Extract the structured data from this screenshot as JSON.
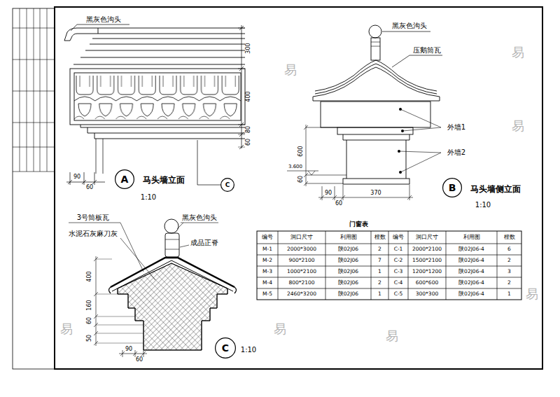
{
  "diagram": {
    "nodes": [
      {
        "text": [
          "A"
        ]
      },
      {
        "text": [
          "C"
        ]
      },
      {
        "text": [
          "B"
        ]
      },
      {
        "text": [
          "C"
        ]
      }
    ],
    "labels": [
      "黑灰色沟头",
      "300",
      "400",
      "80",
      "60",
      "90",
      "60",
      "马头墙立面",
      "1:10",
      "黑灰色沟头",
      "压鹅筒瓦",
      "外墙1",
      "外墙2",
      "600",
      "60",
      "3.600",
      "90",
      "60",
      "370",
      "马头墙侧立面",
      "1:10",
      "3号筒板瓦",
      "水泥石灰麻刀灰",
      "黑灰色沟头",
      "成品正脊",
      "400",
      "160",
      "60",
      "50",
      "90",
      "60",
      "1:10",
      "门窗表",
      "编号",
      "洞口尺寸",
      "利用图",
      "樘数",
      "编号",
      "洞口尺寸",
      "利用图",
      "樘数",
      "M-1",
      "2000*3000",
      "陕02J06",
      "2",
      "C-1",
      "2000*2100",
      "陕02J06-4",
      "6",
      "M-2",
      "900*2100",
      "陕02J06",
      "7",
      "C-2",
      "1500*2100",
      "陕02J06-4",
      "2",
      "M-3",
      "1000*2100",
      "陕02J06",
      "1",
      "C-3",
      "1200*1200",
      "陕02J06-4",
      "3",
      "M-4",
      "800*2100",
      "陕02J06",
      "2",
      "C-4",
      "600*600",
      "陕02J06-4",
      "2",
      "M-5",
      "2460*3200",
      "陕02J06",
      "1",
      "C-5",
      "300*300",
      "陕02J06-4",
      "1",
      "易",
      "易",
      "易",
      "易",
      "易",
      "易",
      "易"
    ]
  }
}
